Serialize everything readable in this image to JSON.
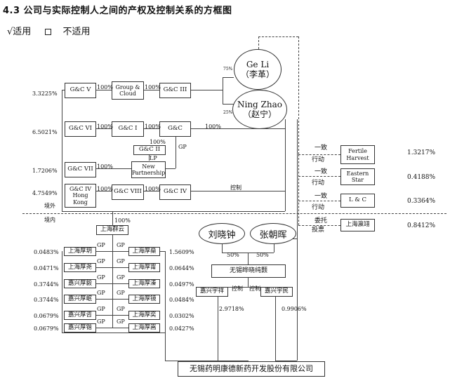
{
  "heading": "4.3 公司与实际控制人之间的产权及控制关系的方框图",
  "applicability": {
    "applicable": "√适用",
    "not_applicable": "不适用"
  },
  "owners": {
    "ge_li_en": "Ge Li",
    "ge_li_cn": "（李革）",
    "ning_zhao_en": "Ning Zhao",
    "ning_zhao_cn": "（赵宁）",
    "liu": "刘晓钟",
    "zhang": "张朝晖"
  },
  "boxes": {
    "gc_v": "G&C V",
    "group_cloud": "Group & Cloud",
    "gc_iii": "G&C III",
    "gc_vi": "G&C VI",
    "gc_i": "G&C I",
    "gc": "G&C",
    "gc_ii": "G&C II",
    "new_partnership": "New Partnership",
    "gc_vii": "G&C VII",
    "gc_iv_hk": "G&C IV Hong Kong",
    "gc_viii": "G&C VIII",
    "gc_iv": "G&C IV",
    "fertile": "Fertile Harvest",
    "eastern": "Eastern Star",
    "lc": "L & C",
    "yingxiang": "上海瀛翊",
    "qunyun": "上海群云",
    "wuxi_lianchun": "无锡晔晓纯颢",
    "yuxiang": "嘉兴宇祥",
    "yumin": "嘉兴宇民",
    "left_holders": [
      "上海厚玥",
      "上海厚尧",
      "嘉兴厚毅",
      "嘉兴厚岷",
      "嘉兴厚咨",
      "嘉兴厚锴"
    ],
    "right_holders": [
      "上海厚燊",
      "上海厚甯",
      "上海厚溱",
      "上海厚镜",
      "上海厚奕",
      "上海厚嵩"
    ],
    "company": "无锡药明康德新药开发股份有限公司"
  },
  "labels": {
    "p_3_3225": "3.3225%",
    "p_6_5021": "6.5021%",
    "p_1_7206": "1.7206%",
    "p_4_7549": "4.7549%",
    "p100": "100%",
    "p75": "75%",
    "p25": "25%",
    "p50": "50%",
    "lp": "LP",
    "gp": "GP",
    "kongzhi": "控制",
    "jingwai": "境外",
    "jingnei": "境内",
    "yizhi": "一致",
    "xingdong": "行动",
    "weituo": "委托",
    "toupiao": "投票",
    "r_1_3217": "1.3217%",
    "r_0_4188": "0.4188%",
    "r_0_3364": "0.3364%",
    "r_0_8412": "0.8412%",
    "left_pcts": [
      "0.0483%",
      "0.0471%",
      "0.3744%",
      "0.3744%",
      "0.0679%",
      "0.0679%"
    ],
    "right_pcts": [
      "1.5609%",
      "0.0644%",
      "0.0497%",
      "0.0484%",
      "0.0302%",
      "0.0427%"
    ],
    "p_2_9718": "2.9718%",
    "p_0_9906": "0.9906%"
  }
}
